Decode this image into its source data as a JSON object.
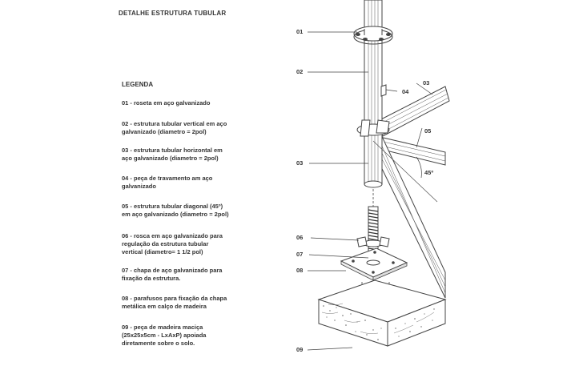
{
  "title": "DETALHE ESTRUTURA TUBULAR",
  "legend": {
    "heading": "LEGENDA",
    "items": [
      {
        "text": "01 - roseta em aço galvanizado"
      },
      {
        "text": "02 - estrutura tubular vertical em aço\ngalvanizado (diametro = 2pol)"
      },
      {
        "text": "03 - estrutura tubular horizontal em\naço galvanizado (diametro = 2pol)"
      },
      {
        "text": "04 - peça de travamento am aço\ngalvanizado"
      },
      {
        "text": "05 - estrutura tubular diagonal (45º)\nem aço galvanizado (diametro = 2pol)"
      },
      {
        "text": "06 - rosca em aço galvanizado para\nregulação da estrutura tubular\nvertical (diametro= 1 1/2 pol)"
      },
      {
        "text": "07 - chapa de aço galvanizado para\nfixação da estrutura."
      },
      {
        "text": "08 - parafusos para fixação da chapa\nmetálica em calço de madeira"
      },
      {
        "text": "09 - peça de madeira maciça\n(25x25x5cm - LxAxP) apoiada\ndiretamente sobre o solo."
      }
    ]
  },
  "callouts": {
    "c01": "01",
    "c02": "02",
    "c03a": "03",
    "c03b": "03",
    "c04": "04",
    "c05": "05",
    "c06": "06",
    "c07": "07",
    "c08": "08",
    "c09": "09"
  },
  "angle_label": "45º",
  "colors": {
    "ink": "#333333",
    "line": "#444444",
    "fill": "#ffffff"
  }
}
